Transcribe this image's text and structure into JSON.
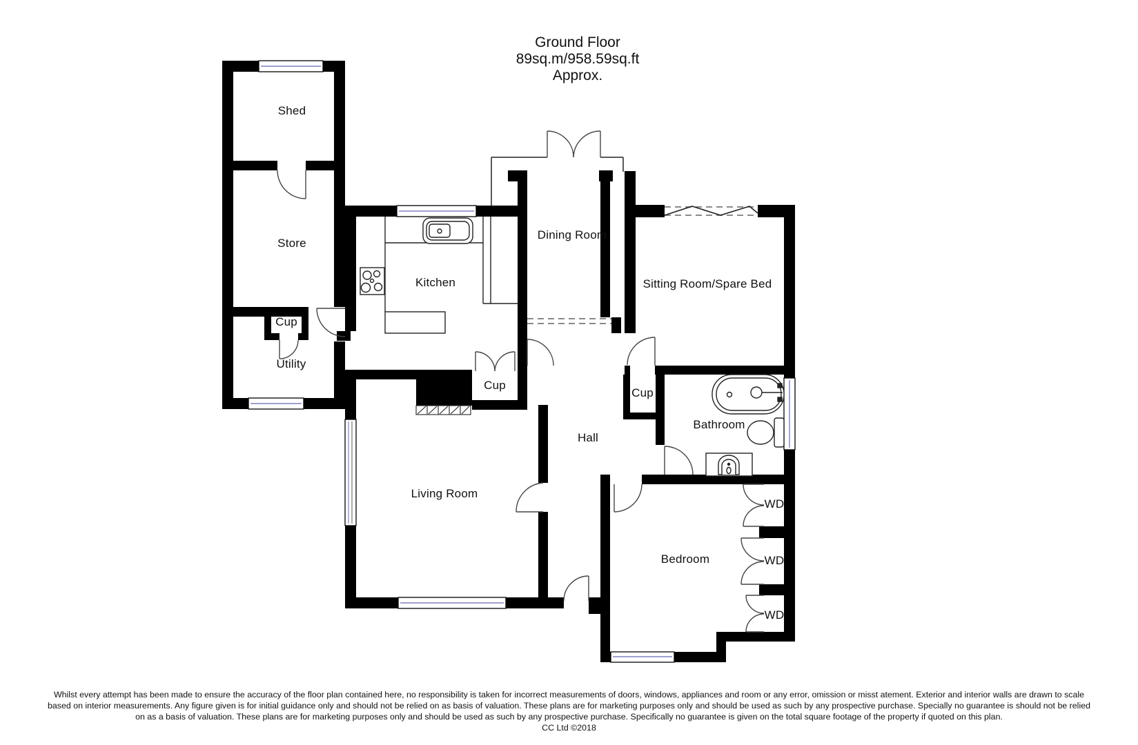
{
  "title": {
    "line1": "Ground Floor",
    "line2": "89sq.m/958.59sq.ft",
    "line3": "Approx."
  },
  "rooms": {
    "shed": "Shed",
    "store": "Store",
    "cup_utility": "Cup",
    "utility": "Utility",
    "kitchen": "Kitchen",
    "dining": "Dining Room",
    "sitting": "Sitting Room/Spare Bed",
    "cup_mid": "Cup",
    "cup_hall": "Cup",
    "hall": "Hall",
    "bathroom": "Bathroom",
    "living": "Living Room",
    "bedroom": "Bedroom",
    "wd1": "WD",
    "wd2": "WD",
    "wd3": "WD"
  },
  "disclaimer": {
    "line1": "Whilst every attempt has been made to ensure the accuracy of the floor plan contained here, no responsibility is taken for incorrect measurements of doors, windows, appliances and room or any error, omission or misst atement. Exterior and interior walls are drawn to scale",
    "line2": "based on interior measurements. Any figure given is for initial guidance only and should not be relied on as basis of valuation. These plans are for marketing purposes only and should be used as such by any prospective purchase. Specially no guarantee is should not be relied",
    "line3": "on as a basis of valuation. These plans are for marketing purposes only and should be used as such by any prospective purchase. Specifically no guarantee is given on the total square footage of the property if quoted on this plan.",
    "copyright": "CC Ltd ©2018"
  },
  "colors": {
    "wall": "#000000",
    "thin_line": "#222222",
    "door_arc": "#444444",
    "dash": "#8a8a8a",
    "glazing": "#8080c0"
  }
}
